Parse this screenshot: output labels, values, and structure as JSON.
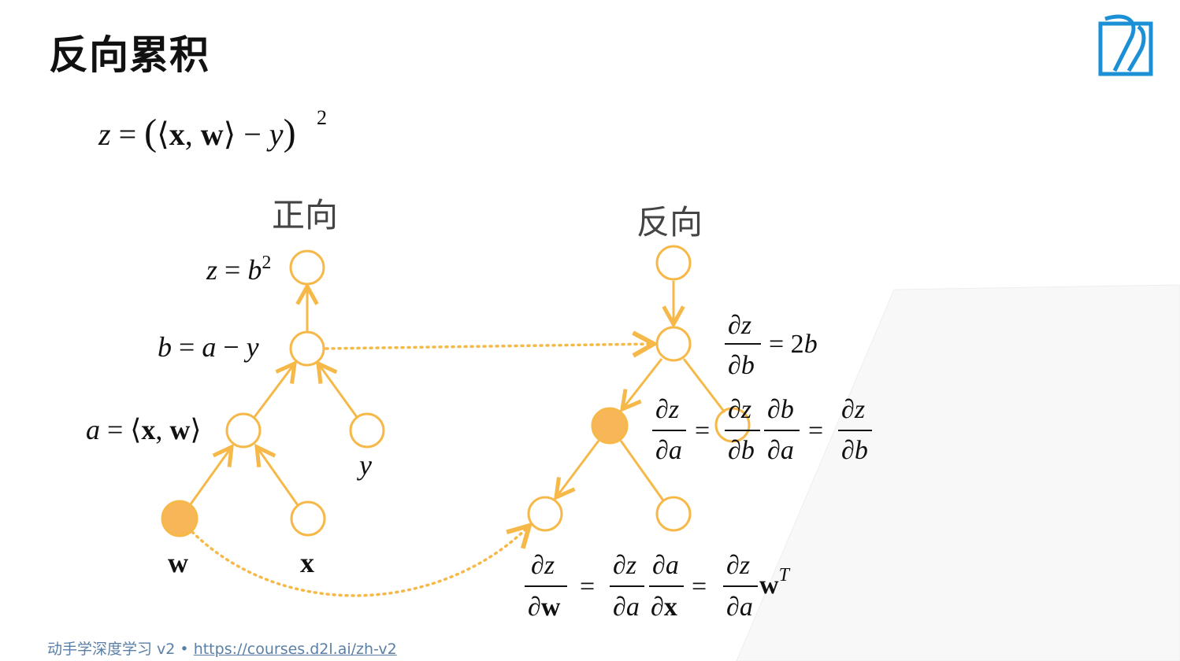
{
  "title": "反向累积",
  "main_equation": "z = (⟨x, w⟩ − y)²",
  "forward": {
    "label": "正向",
    "node_z_label": "z = b²",
    "node_b_label": "b = a − y",
    "node_a_label": "a = ⟨x, w⟩",
    "leaf_y_label": "y",
    "leaf_w_label": "w",
    "leaf_x_label": "x"
  },
  "backward": {
    "label": "反向",
    "eq_b": "∂z/∂b = 2b",
    "eq_a": "∂z/∂a = ∂z/∂b ∂b/∂a = ∂z/∂b",
    "eq_w": "∂z/∂w = ∂z/∂a ∂a/∂x = ∂z/∂a wᵀ"
  },
  "footer": {
    "course": "动手学深度学习 v2",
    "separator": "•",
    "link": "https://courses.d2l.ai/zh-v2"
  },
  "colors": {
    "node_stroke": "#f6b949",
    "node_fill": "#f7b657",
    "arrow": "#f6b949",
    "logo": "#1b90d6",
    "footer_text": "#5a7fa6"
  }
}
